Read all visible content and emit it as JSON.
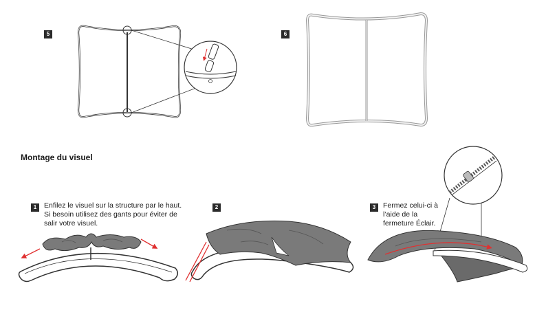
{
  "figures": {
    "fig5": {
      "badge": "5"
    },
    "fig6": {
      "badge": "6"
    }
  },
  "section": {
    "title": "Montage du visuel"
  },
  "steps": [
    {
      "badge": "1",
      "lines": [
        "Enfilez le visuel sur la structure par le haut.",
        "Si besoin utilisez des gants pour éviter de",
        "salir votre visuel."
      ]
    },
    {
      "badge": "2",
      "lines": []
    },
    {
      "badge": "3",
      "lines": [
        "Fermez celui-ci à",
        "l’aide de la",
        "fermeture Éclair."
      ]
    }
  ],
  "colors": {
    "arrow": "#e03131",
    "fabric": "#7a7a7a",
    "fabric_dark": "#5c5c5c",
    "frame": "#d9d9d9",
    "outline": "#333333",
    "badge_bg": "#2b2b2b"
  }
}
